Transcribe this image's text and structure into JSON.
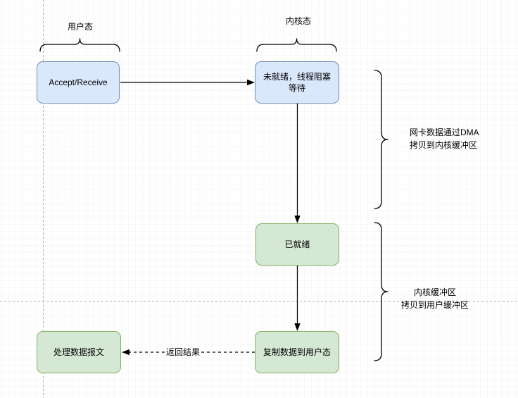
{
  "regions": {
    "user": {
      "label": "用户态"
    },
    "kernel": {
      "label": "内核态"
    }
  },
  "nodes": {
    "accept": {
      "label": "Accept/Receive"
    },
    "not_ready": {
      "label": "未就绪，线程阻塞等待"
    },
    "ready": {
      "label": "已就绪"
    },
    "copy_to_user": {
      "label": "复制数据到用户态"
    },
    "process": {
      "label": "处理数据报文"
    }
  },
  "edges": {
    "return_result": {
      "label": "返回结果"
    }
  },
  "side_labels": {
    "dma_copy": {
      "line1": "网卡数据通过DMA",
      "line2": "拷贝到内核缓冲区"
    },
    "kernel_to_user": {
      "line1": "内核缓冲区",
      "line2": "拷贝到用户缓冲区"
    }
  },
  "colors": {
    "node_blue_fill": "#dae8fc",
    "node_blue_stroke": "#6c8ebf",
    "node_green_fill": "#d5e8d4",
    "node_green_stroke": "#82b366",
    "grid_minor": "#f7f7f7",
    "grid_major": "#e6e6e6",
    "guide_dashed": "#b3b3b3",
    "line": "#000000"
  }
}
